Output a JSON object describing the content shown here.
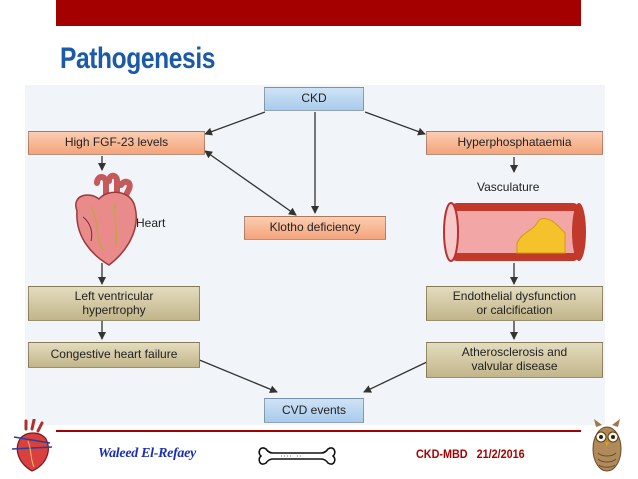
{
  "slide": {
    "title": "Pathogenesis"
  },
  "diagram": {
    "ckd": "CKD",
    "fgf23": "High FGF-23 levels",
    "hyperphos": "Hyperphosphataemia",
    "heart_label": "Heart",
    "vasculature_label": "Vasculature",
    "klotho": "Klotho deficiency",
    "lvh": [
      "Left ventricular",
      "hypertrophy"
    ],
    "chf": "Congestive heart failure",
    "endothelial": [
      "Endothelial dysfunction",
      "or calcification"
    ],
    "athero": [
      "Atherosclerosis and",
      "valvular disease"
    ],
    "cvd": "CVD events"
  },
  "footer": {
    "author": "Waleed El-Refaey",
    "code": "CKD-MBD",
    "date": "21/2/2016"
  },
  "colors": {
    "accent_red": "#a50000",
    "title_blue": "#1a5aa8",
    "box_blue": "#a9cbec",
    "box_orange": "#f4a47a",
    "box_khaki": "#c2b58a"
  },
  "icons": [
    "heart-icon",
    "blood-vessel-icon",
    "bone-icon",
    "anatomical-heart-icon",
    "owl-icon"
  ]
}
